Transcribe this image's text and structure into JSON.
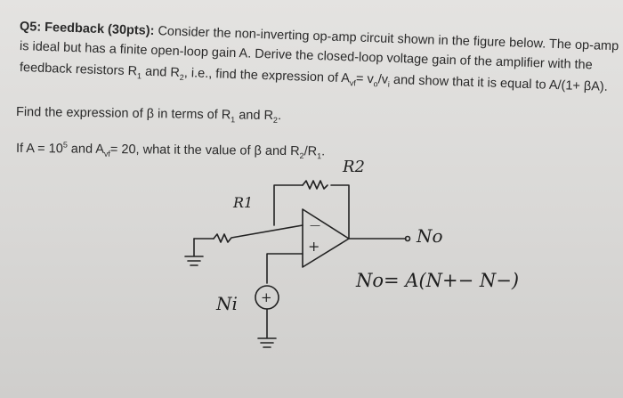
{
  "question": {
    "heading": "Q5: Feedback (30pts):",
    "line1_rest": "Consider the non-inverting op-amp circuit shown in the figure below. The op-amp",
    "line2": "is ideal but has a finite open-loop gain A. Derive the closed-loop voltage gain of the amplifier with the",
    "line3_part1": "feedback resistors R",
    "line3_sub1": "1",
    "line3_part2": " and R",
    "line3_sub2": "2",
    "line3_part3": ", i.e., find the expression of A",
    "line3_sub3": "vf",
    "line3_part4": "= v",
    "line3_sub4": "o",
    "line3_part5": "/v",
    "line3_sub5": "i",
    "line3_part6": " and show that it is equal to A/(1+ βA).",
    "line4_part1": "Find the expression of β in terms of R",
    "line4_sub1": "1",
    "line4_part2": " and R",
    "line4_sub2": "2",
    "line4_part3": ".",
    "line5_part1": "If A = 10",
    "line5_sup": "5",
    "line5_part2": " and A",
    "line5_sub1": "vf",
    "line5_part3": "= 20, what it the value of β and R",
    "line5_sub2": "2",
    "line5_part4": "/R",
    "line5_sub3": "1",
    "line5_part5": "."
  },
  "handwriting": {
    "r2_label": "R2",
    "r1_label": "R1",
    "minus_sign": "—",
    "plus_sign": "+",
    "vo_label": "No",
    "vi_label": "Ni",
    "source_plus": "+",
    "equation": "No= A(N+− N−)"
  }
}
